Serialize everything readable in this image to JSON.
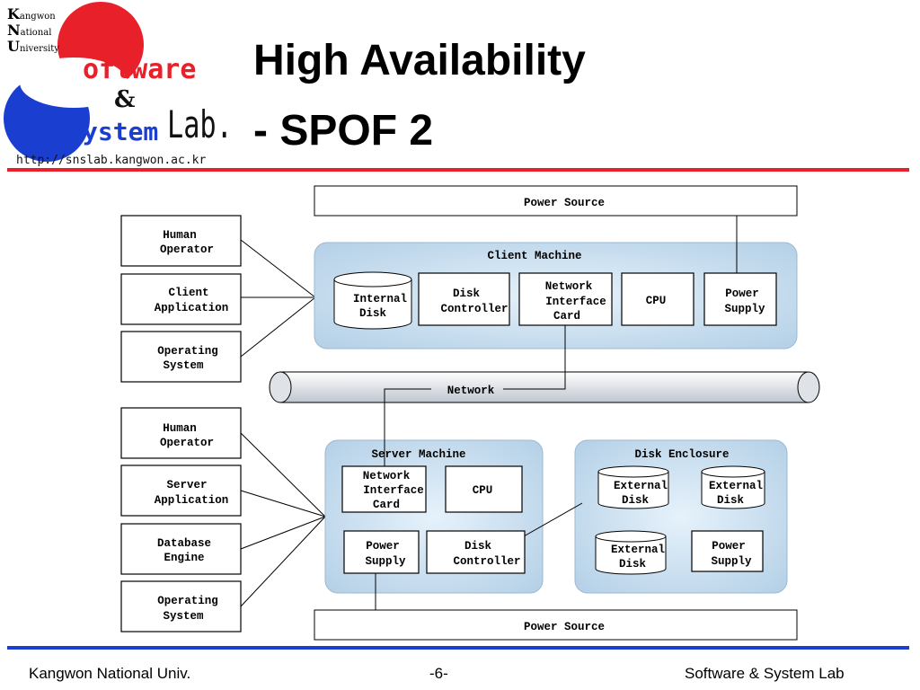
{
  "header": {
    "title_line1": "High Availability",
    "title_line2": "- SPOF 2",
    "logo": {
      "k": "K",
      "k_rest": "angwon",
      "n": "N",
      "n_rest": "ational",
      "u": "U",
      "u_rest": "niversity",
      "oftware": "oftware",
      "amp": "&",
      "ystem": "ystem",
      "lab": "Lab.",
      "url": "http://snslab.kangwon.ac.kr"
    },
    "colors": {
      "rule_red": "#e8202a",
      "rule_blue": "#1a3fd0",
      "logo_red": "#e8202a",
      "logo_blue": "#1a3fd0"
    }
  },
  "diagram": {
    "power_source_top": "Power Source",
    "power_source_bottom": "Power Source",
    "client_machine": {
      "title": "Client Machine",
      "internal_disk": [
        "Internal",
        "Disk"
      ],
      "disk_controller": [
        "Disk",
        "Controller"
      ],
      "nic": [
        "Network",
        "Interface",
        "Card"
      ],
      "cpu": "CPU",
      "power_supply": [
        "Power",
        "Supply"
      ]
    },
    "network": "Network",
    "server_machine": {
      "title": "Server Machine",
      "nic": [
        "Network",
        "Interface",
        "Card"
      ],
      "cpu": "CPU",
      "power_supply": [
        "Power",
        "Supply"
      ],
      "disk_controller": [
        "Disk",
        "Controller"
      ]
    },
    "disk_enclosure": {
      "title": "Disk Enclosure",
      "external_disk_1": [
        "External",
        "Disk"
      ],
      "external_disk_2": [
        "External",
        "Disk"
      ],
      "external_disk_3": [
        "External",
        "Disk"
      ],
      "power_supply": [
        "Power",
        "Supply"
      ]
    },
    "client_side": {
      "human_operator": [
        "Human",
        "Operator"
      ],
      "client_application": [
        "Client",
        "Application"
      ],
      "operating_system": [
        "Operating",
        "System"
      ]
    },
    "server_side": {
      "human_operator": [
        "Human",
        "Operator"
      ],
      "server_application": [
        "Server",
        "Application"
      ],
      "database_engine": [
        "Database",
        "Engine"
      ],
      "operating_system": [
        "Operating",
        "System"
      ]
    }
  },
  "footer": {
    "left": "Kangwon National Univ.",
    "center": "-6-",
    "right": "Software & System Lab"
  }
}
